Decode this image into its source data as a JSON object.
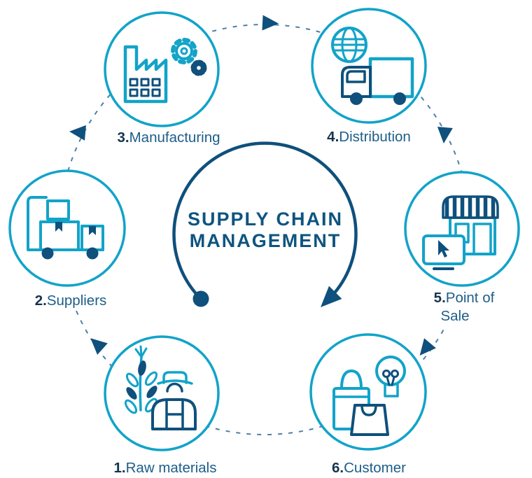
{
  "title": {
    "line1": "SUPPLY CHAIN",
    "line2": "MANAGEMENT"
  },
  "nodes": [
    {
      "number": "1.",
      "label": "Raw materials",
      "icon": "wheat-farmer-icon"
    },
    {
      "number": "2.",
      "label": "Suppliers",
      "icon": "hand-truck-boxes-icon"
    },
    {
      "number": "3.",
      "label": "Manufacturing",
      "icon": "factory-gears-icon"
    },
    {
      "number": "4.",
      "label": "Distribution",
      "icon": "globe-truck-icon"
    },
    {
      "number": "5.",
      "label": "Point of",
      "label_line2": "Sale",
      "icon": "storefront-monitor-icon"
    },
    {
      "number": "6.",
      "label": "Customer",
      "icon": "shopping-bags-lightbulb-icon"
    }
  ],
  "flow": {
    "style": "dashed-circle",
    "direction": "clockwise",
    "arrows": [
      "1-2",
      "2-3",
      "3-4",
      "4-5",
      "5-6"
    ]
  },
  "colors": {
    "cyan": "#12a3c9",
    "navy": "#0f507c",
    "dash": "#4d80a6",
    "title": "#0e5480",
    "label_number": "#14344f",
    "label_name": "#1d5d89",
    "background": "#ffffff"
  }
}
